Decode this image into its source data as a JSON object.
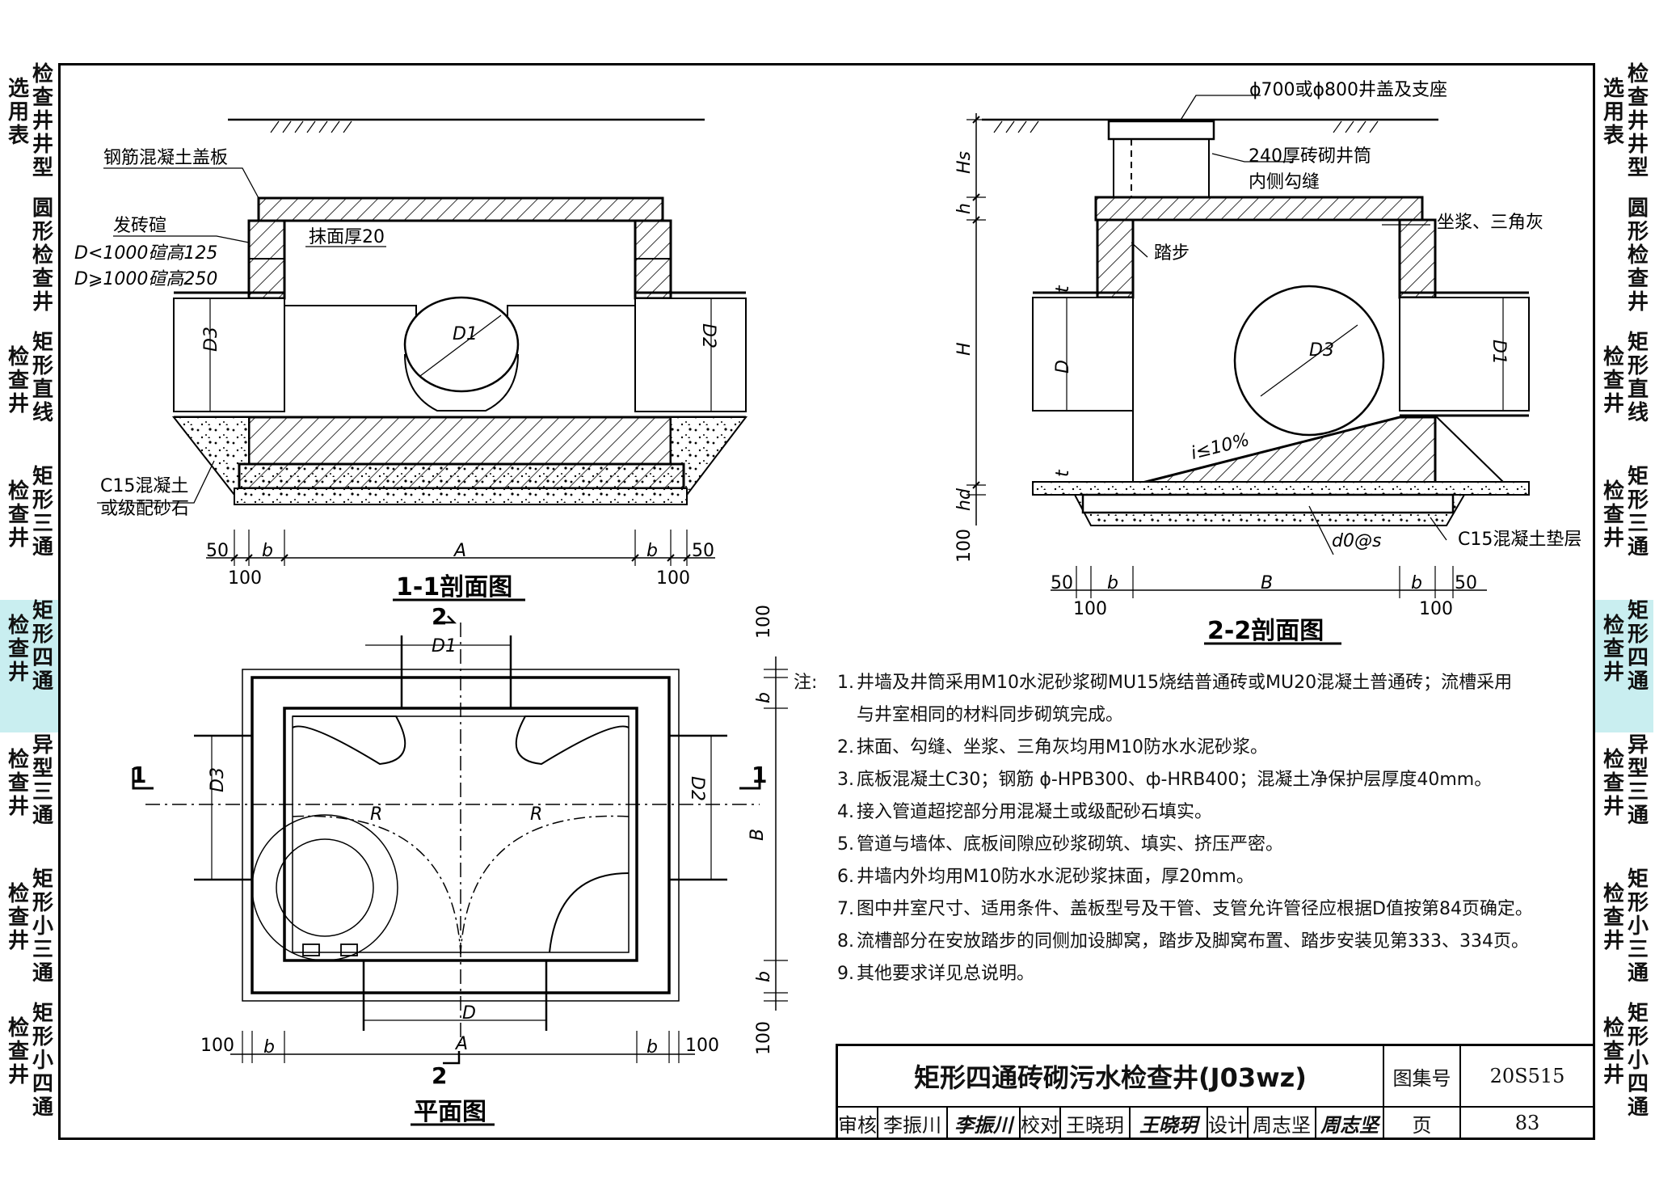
{
  "side_tabs": [
    {
      "col1": "选用表",
      "col2": "检查井井型",
      "active": false,
      "height": 166
    },
    {
      "col1": "",
      "col2": "圆形检查井",
      "active": false,
      "height": 166
    },
    {
      "col1": "检查井",
      "col2": "矩形直线",
      "active": false,
      "height": 166
    },
    {
      "col1": "检查井",
      "col2": "矩形三通",
      "active": false,
      "height": 166
    },
    {
      "col1": "检查井",
      "col2": "矩形四通",
      "active": true,
      "height": 166
    },
    {
      "col1": "检查井",
      "col2": "异型三通",
      "active": false,
      "height": 166
    },
    {
      "col1": "检查井",
      "col2": "矩形小三通",
      "active": false,
      "height": 166
    },
    {
      "col1": "检查井",
      "col2": "矩形小四通",
      "active": false,
      "height": 166
    }
  ],
  "sec11": {
    "title": "1-1剖面图",
    "label_cover": "钢筋混凝土盖板",
    "label_brick": "发砖碹",
    "label_brick_a": "D<1000碹高125",
    "label_brick_b": "D⩾1000碹高250",
    "label_plaster": "抹面厚20",
    "label_base": "C15混凝土",
    "label_base2": "或级配砂石",
    "d3": "D3",
    "d1": "D1",
    "d2": "D2",
    "dim_50": "50",
    "dim_b": "b",
    "dim_A": "A",
    "dim_100": "100"
  },
  "sec22": {
    "title": "2-2剖面图",
    "label_cover": "ϕ700或ϕ800井盖及支座",
    "label_shaft": "240厚砖砌井筒",
    "label_joint": "内侧勾缝",
    "label_grout": "坐浆、三角灰",
    "label_step": "踏步",
    "label_slope": "i≤10%",
    "label_rebar": "d0@s",
    "label_pad": "C15混凝土垫层",
    "dim_Hs": "Hs",
    "dim_h": "h",
    "dim_H": "H",
    "dim_D": "D",
    "dim_t": "t",
    "dim_hd": "hd",
    "dim_100": "100",
    "dim_50": "50",
    "dim_b": "b",
    "dim_B": "B",
    "d3": "D3",
    "d1": "D1"
  },
  "plan": {
    "title": "平面图",
    "sec2": "2",
    "sec1": "1",
    "d1": "D1",
    "d2": "D2",
    "d3": "D3",
    "dD": "D",
    "dR": "R",
    "dA": "A",
    "dB": "B",
    "dim_100": "100",
    "dim_b": "b"
  },
  "notes": {
    "lead": "注:",
    "items": [
      {
        "n": "1.",
        "text": "井墙及井筒采用M10水泥砂浆砌MU15烧结普通砖或MU20混凝土普通砖；流槽采用"
      },
      {
        "n": "",
        "text": "与井室相同的材料同步砌筑完成。"
      },
      {
        "n": "2.",
        "text": "抹面、勾缝、坐浆、三角灰均用M10防水水泥砂浆。"
      },
      {
        "n": "3.",
        "text": "底板混凝土C30；钢筋 ϕ-HPB300、ф-HRB400；混凝土净保护层厚度40mm。"
      },
      {
        "n": "4.",
        "text": "接入管道超挖部分用混凝土或级配砂石填实。"
      },
      {
        "n": "5.",
        "text": "管道与墙体、底板间隙应砂浆砌筑、填实、挤压严密。"
      },
      {
        "n": "6.",
        "text": "井墙内外均用M10防水水泥砂浆抹面，厚20mm。"
      },
      {
        "n": "7.",
        "text": "图中井室尺寸、适用条件、盖板型号及干管、支管允许管径应根据D值按第84页确定。"
      },
      {
        "n": "8.",
        "text": "流槽部分在安放踏步的同侧加设脚窝，踏步及脚窝布置、踏步安装见第333、334页。"
      },
      {
        "n": "9.",
        "text": "其他要求详见总说明。"
      }
    ]
  },
  "title_block": {
    "title": "矩形四通砖砌污水检查井(J03wz)",
    "atlas_label": "图集号",
    "atlas_no": "20S515",
    "review_label": "审核",
    "reviewer": "李振川",
    "review_sig": "李振川",
    "check_label": "校对",
    "checker": "王晓玥",
    "check_sig": "王晓玥",
    "design_label": "设计",
    "designer": "周志坚",
    "design_sig": "周志坚",
    "page_label": "页",
    "page_no": "83"
  }
}
